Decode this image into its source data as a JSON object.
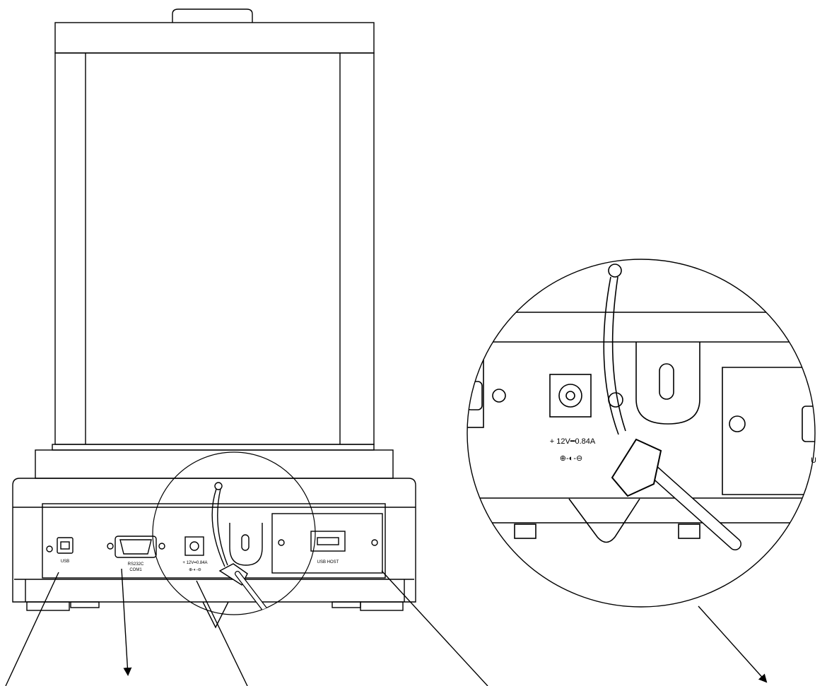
{
  "ports": {
    "usb_label": "USB",
    "rs232_label_line1": "RS232C",
    "rs232_label_line2": "COM1",
    "power_label": "+ 12V━0.84A",
    "power_polarity": "⊕-◐-⊖",
    "usb_host_label": "USB HOST"
  },
  "detail": {
    "power_label": "+ 12V━0.84A",
    "power_polarity": "⊕-◐-⊖",
    "usb_partial_label": "U"
  },
  "colors": {
    "line": "#000000",
    "background": "#ffffff"
  }
}
